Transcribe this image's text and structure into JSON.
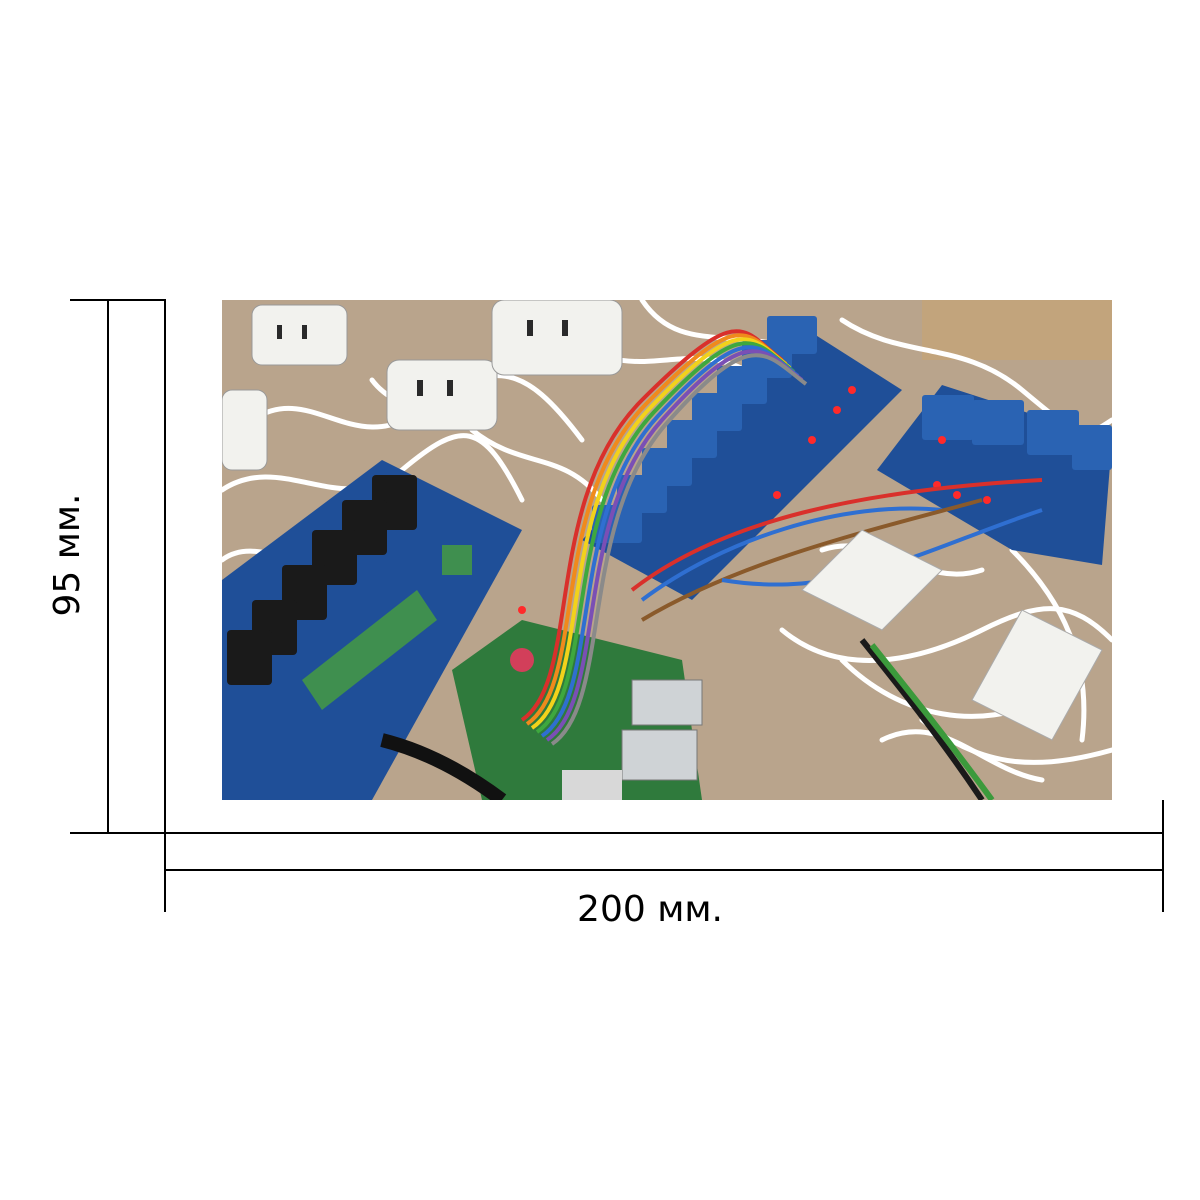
{
  "dimensions": {
    "height_label": "95 мм.",
    "width_label": "200 мм."
  },
  "photo": {
    "subject": "electronics-board-with-relays-and-outlets",
    "colors": {
      "countertop": "#b9a48c",
      "relay_board": "#1f4f98",
      "relay_block": "#2a63b3",
      "outlet": "#f2f2ee",
      "pcb_green": "#2f7a3c",
      "terminal_green": "#3f8f4f",
      "wire_white": "#ffffff",
      "led_red": "#ff2a2a"
    }
  }
}
